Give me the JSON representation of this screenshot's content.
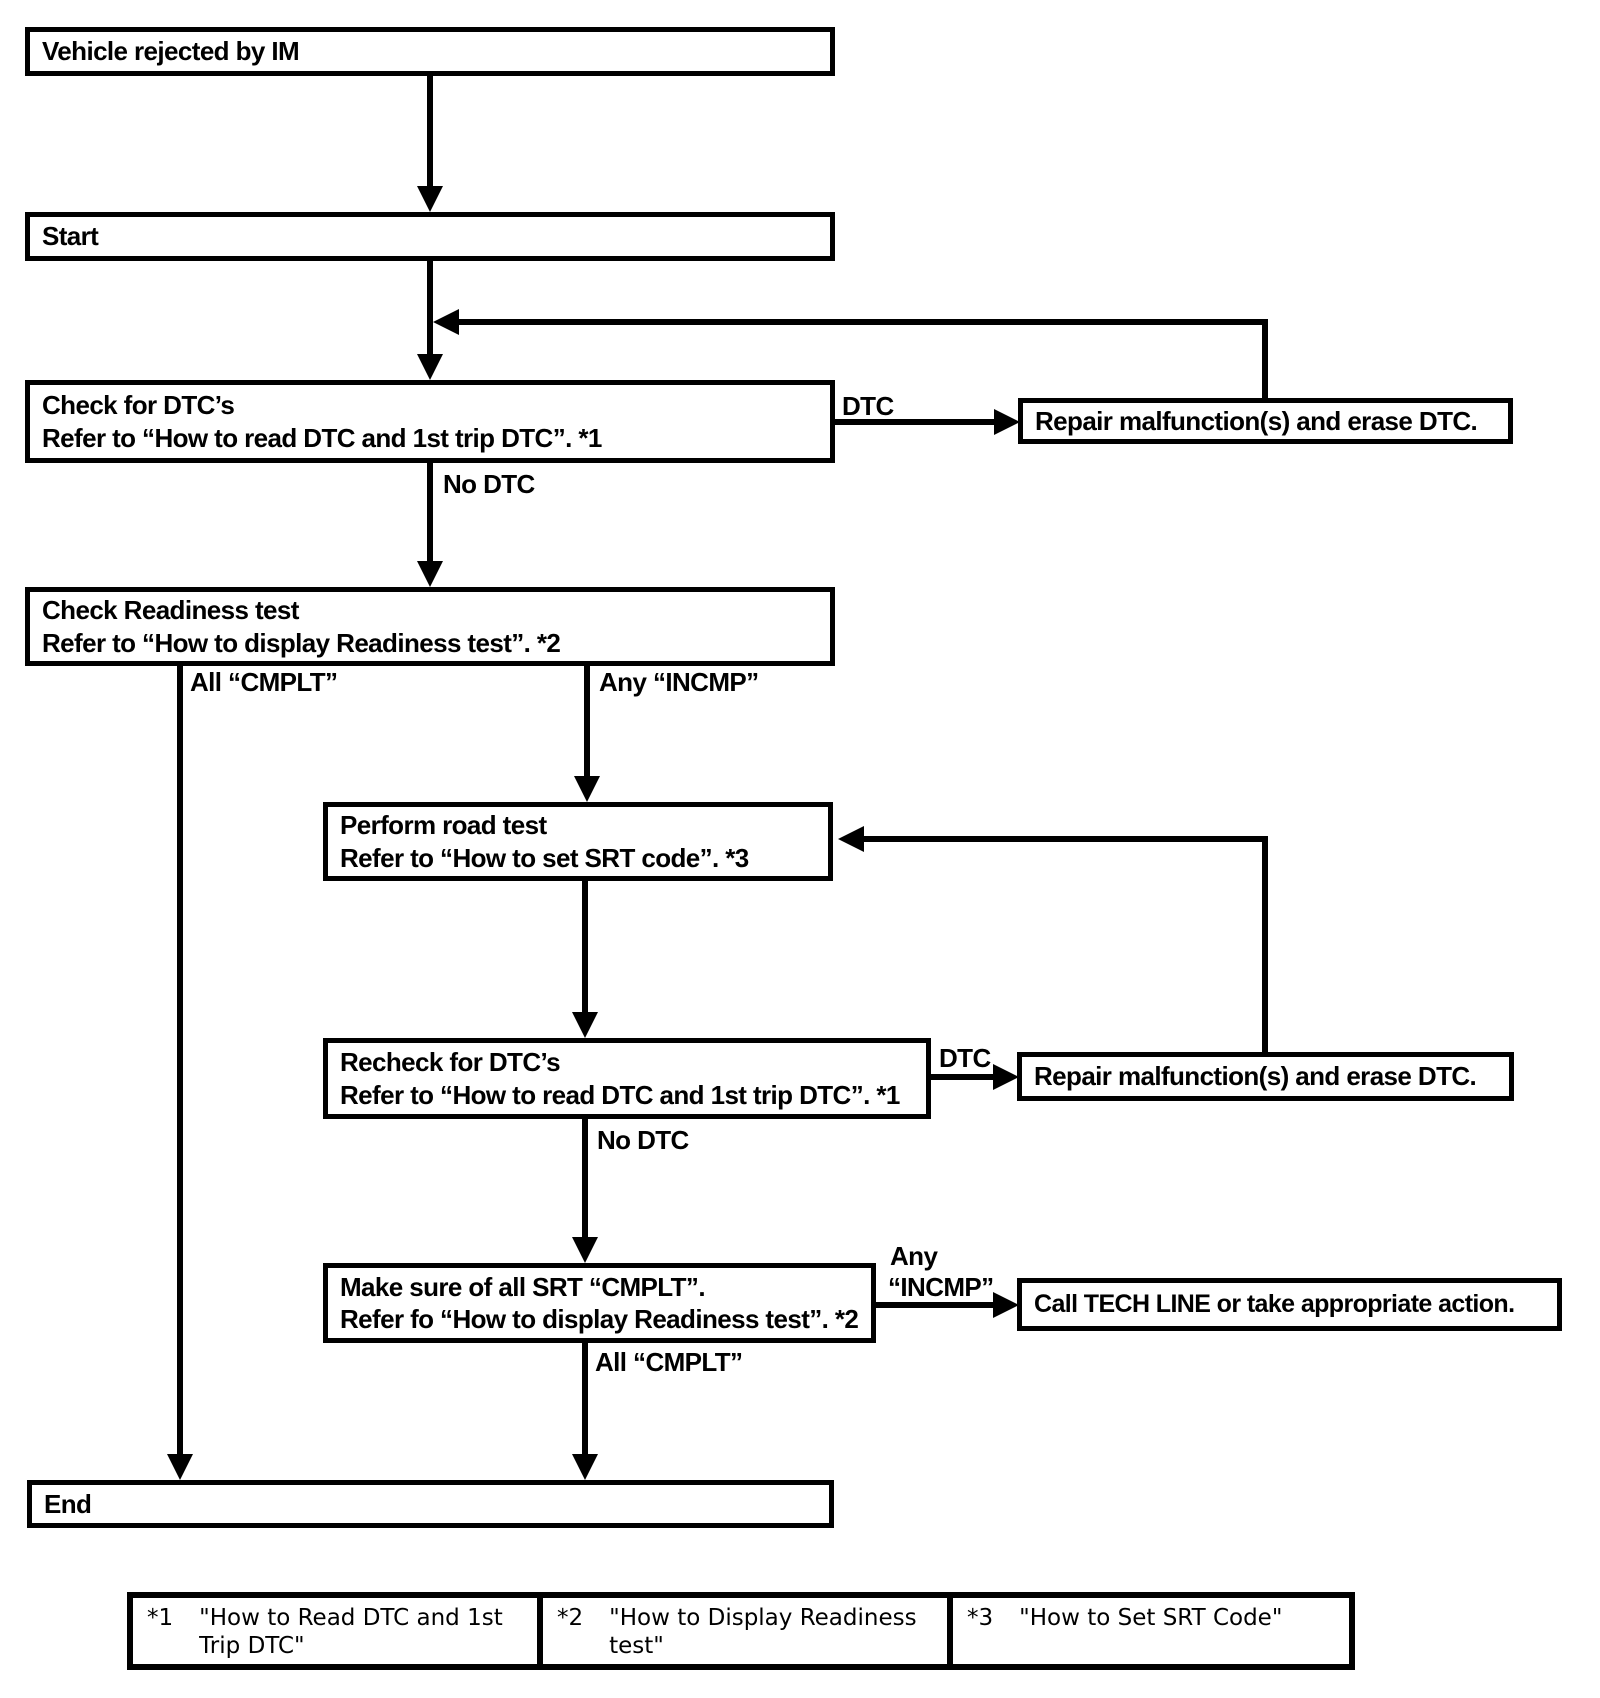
{
  "page": {
    "background": "#ffffff",
    "line_color": "#000000",
    "type": "flowchart"
  },
  "nodes": {
    "vehicle_rejected": {
      "line1": "Vehicle rejected by IM"
    },
    "start": {
      "line1": "Start"
    },
    "check_dtc": {
      "line1": "Check for DTC’s",
      "line2": "Refer to “How to read DTC and 1st trip DTC”. *1"
    },
    "repair_1": {
      "line1": "Repair malfunction(s) and erase DTC."
    },
    "check_readiness": {
      "line1": "Check Readiness test",
      "line2": "Refer to “How to display Readiness test”. *2"
    },
    "road_test": {
      "line1": "Perform road test",
      "line2": "Refer to “How to set SRT code”. *3"
    },
    "recheck_dtc": {
      "line1": "Recheck for DTC’s",
      "line2": "Refer to “How to read DTC and 1st trip DTC”. *1"
    },
    "repair_2": {
      "line1": "Repair malfunction(s) and erase DTC."
    },
    "make_sure_srt": {
      "line1": "Make sure of all SRT “CMPLT”.",
      "line2": "Refer fo “How to display Readiness test”. *2"
    },
    "call_tech_line": {
      "line1": "Call TECH LINE or take appropriate action."
    },
    "end": {
      "line1": "End"
    }
  },
  "edge_labels": {
    "dtc_1": "DTC",
    "no_dtc_1": "No DTC",
    "all_cmplt_1": "All “CMPLT”",
    "any_incmp_1": "Any “INCMP”",
    "dtc_2": "DTC",
    "no_dtc_2": "No DTC",
    "any_2_line1": "Any",
    "any_2_line2": "“INCMP”",
    "all_cmplt_2": "All “CMPLT”"
  },
  "footnotes": [
    {
      "marker": "*1",
      "text": "\"How to Read DTC and 1st Trip DTC\""
    },
    {
      "marker": "*2",
      "text": "\"How to Display Readiness test\""
    },
    {
      "marker": "*3",
      "text": "\"How to Set SRT Code\""
    }
  ]
}
